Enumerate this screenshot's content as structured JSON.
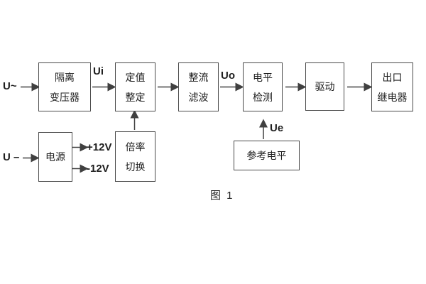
{
  "diagram": {
    "caption": "图 1",
    "colors": {
      "line": "#404040",
      "border": "#4a4a4a",
      "text": "#1e1e1e",
      "background": "#ffffff"
    },
    "blocks": {
      "isolation_transformer": {
        "line1": "隔离",
        "line2": "变压器"
      },
      "setting_adjustment": {
        "line1": "定值",
        "line2": "整定"
      },
      "rectifier_filter": {
        "line1": "整流",
        "line2": "滤波"
      },
      "level_detection": {
        "line1": "电平",
        "line2": "检测"
      },
      "driver": {
        "line1": "驱动"
      },
      "output_relay": {
        "line1": "出口",
        "line2": "继电器"
      },
      "power_supply": {
        "line1": "电源"
      },
      "ratio_switch": {
        "line1": "倍率",
        "line2": "切换"
      },
      "reference_level": {
        "line1": "参考电平"
      }
    },
    "signals": {
      "ac_input": "U~",
      "dc_input": "U –",
      "ui": "Ui",
      "uo": "Uo",
      "ue": "Ue",
      "plus_12v": "+12V",
      "minus_12v": "-12V"
    },
    "connections": [
      {
        "from": "ac_input",
        "to": "isolation_transformer"
      },
      {
        "from": "isolation_transformer",
        "to": "setting_adjustment",
        "label": "Ui"
      },
      {
        "from": "setting_adjustment",
        "to": "rectifier_filter"
      },
      {
        "from": "rectifier_filter",
        "to": "level_detection",
        "label": "Uo"
      },
      {
        "from": "level_detection",
        "to": "driver"
      },
      {
        "from": "driver",
        "to": "output_relay"
      },
      {
        "from": "ratio_switch",
        "to": "setting_adjustment"
      },
      {
        "from": "reference_level",
        "to": "level_detection",
        "label": "Ue"
      },
      {
        "from": "dc_input",
        "to": "power_supply"
      },
      {
        "from": "power_supply",
        "to": "plus_12v"
      },
      {
        "from": "power_supply",
        "to": "minus_12v"
      }
    ]
  }
}
